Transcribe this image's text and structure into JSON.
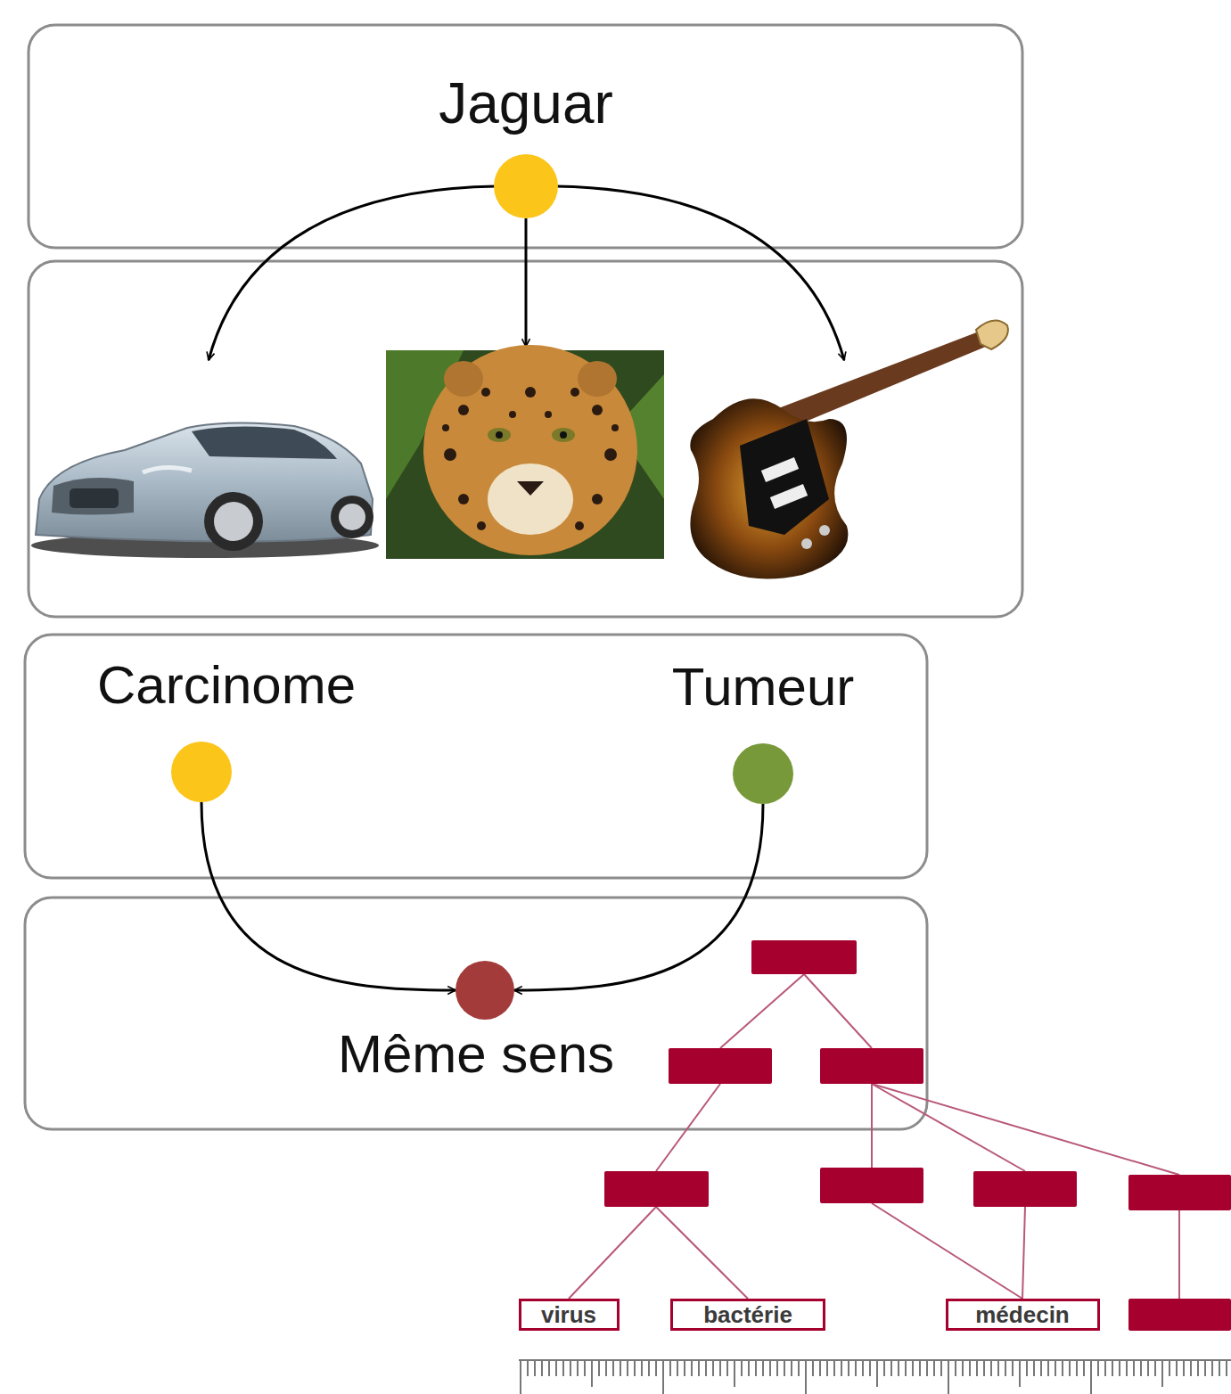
{
  "diagram": {
    "nodes": [
      {
        "text": [
          "Jaguar"
        ]
      },
      {
        "text": [
          "Carcinome"
        ]
      },
      {
        "text": [
          "Tumeur"
        ]
      },
      {
        "text": [
          "Même sens"
        ]
      },
      {
        "text": [
          "virus"
        ]
      },
      {
        "text": [
          "bactérie"
        ]
      },
      {
        "text": [
          "médecin"
        ]
      }
    ],
    "edges": [
      {
        "from": 1,
        "to": 3,
        "arrow": "to"
      },
      {
        "from": 2,
        "to": 3,
        "arrow": "to"
      }
    ]
  }
}
